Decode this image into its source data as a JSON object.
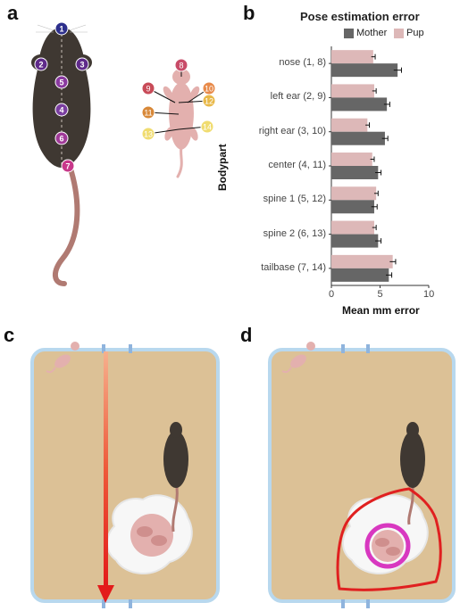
{
  "panels": {
    "a": "a",
    "b": "b",
    "c": "c",
    "d": "d"
  },
  "mother_points": [
    "1",
    "2",
    "3",
    "5",
    "4",
    "6",
    "7"
  ],
  "pup_points": [
    "8",
    "9",
    "10",
    "11",
    "12",
    "13",
    "14"
  ],
  "colors": {
    "mother_bar": "#666666",
    "pup_bar": "#ddb8b8",
    "arena_fill": "#dcc196",
    "arena_border": "#b8d8ee",
    "arrow": "#e31b1b",
    "outline_red": "#e02020",
    "nest_circle": "#d838c0",
    "mouse_body": "#3f3832",
    "tail": "#b07a72",
    "pup_body": "#e3b0ae"
  },
  "chart_data": {
    "type": "bar",
    "orientation": "horizontal",
    "title": "Pose estimation error",
    "legend": [
      "Mother",
      "Pup"
    ],
    "legend_position": "top",
    "ylabel": "Bodypart",
    "xlabel": "Mean mm error",
    "categories": [
      "nose (1, 8)",
      "left ear (2, 9)",
      "right ear (3, 10)",
      "center (4, 11)",
      "spine 1 (5, 12)",
      "spine 2 (6, 13)",
      "tailbase (7, 14)"
    ],
    "series": [
      {
        "name": "Mother",
        "values": [
          6.8,
          5.7,
          5.5,
          4.8,
          4.4,
          4.8,
          5.9
        ],
        "errors": [
          0.4,
          0.3,
          0.3,
          0.3,
          0.3,
          0.3,
          0.3
        ]
      },
      {
        "name": "Pup",
        "values": [
          4.3,
          4.4,
          3.7,
          4.2,
          4.6,
          4.4,
          6.3
        ],
        "errors": [
          0.2,
          0.2,
          0.2,
          0.2,
          0.2,
          0.2,
          0.3
        ]
      }
    ],
    "xlim": [
      0,
      10
    ],
    "xticks": [
      "0",
      "5",
      "10"
    ]
  }
}
